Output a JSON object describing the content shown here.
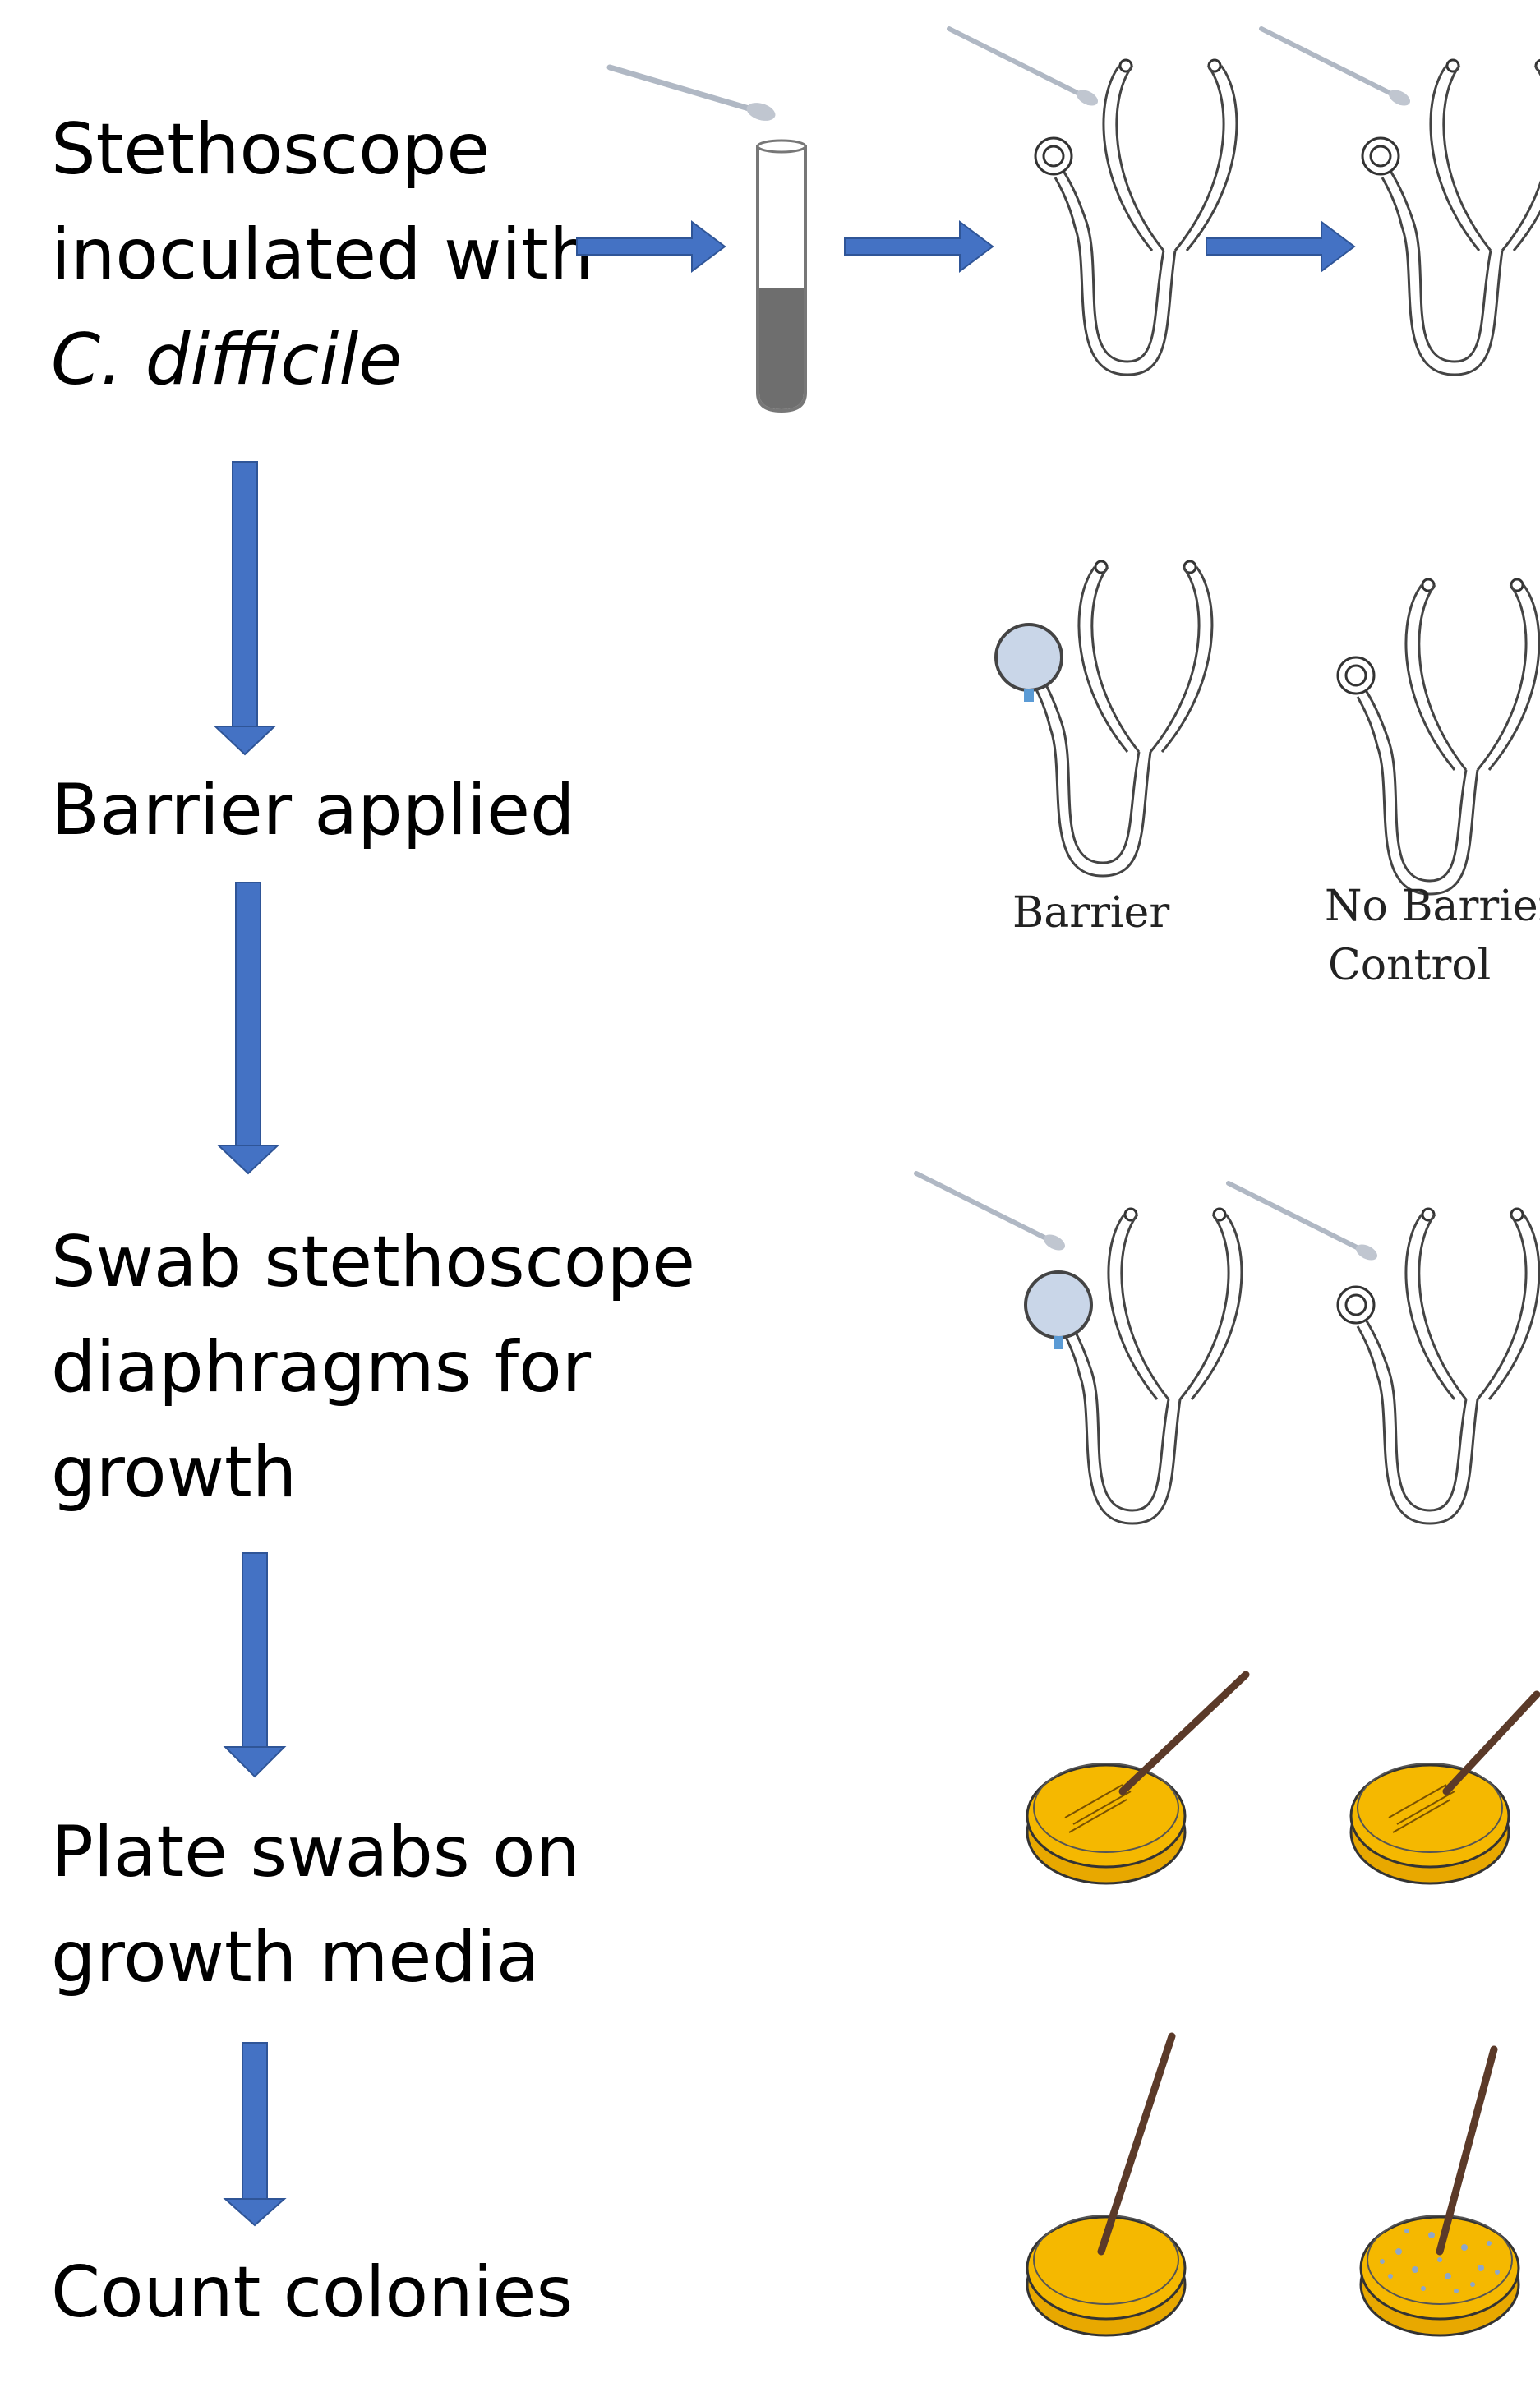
{
  "steps": [
    {
      "lines": [
        "Stethoscope",
        "inoculated with",
        "C. difficile"
      ]
    },
    {
      "lines": [
        "Barrier applied"
      ]
    },
    {
      "lines": [
        "Swab stethoscope",
        "diaphragms for",
        "growth"
      ]
    },
    {
      "lines": [
        "Plate swabs on",
        "growth media"
      ]
    },
    {
      "lines": [
        "Count colonies"
      ]
    }
  ],
  "labels": {
    "barrier": "Barrier",
    "no_barrier_line1": "No Barrier",
    "no_barrier_line2": "Control"
  },
  "colors": {
    "arrow": "#4472C4",
    "arrow_outline": "#2F5597",
    "agar": "#F5B800",
    "barrier": "#C9D6E8",
    "stick": "#5B3A29"
  }
}
